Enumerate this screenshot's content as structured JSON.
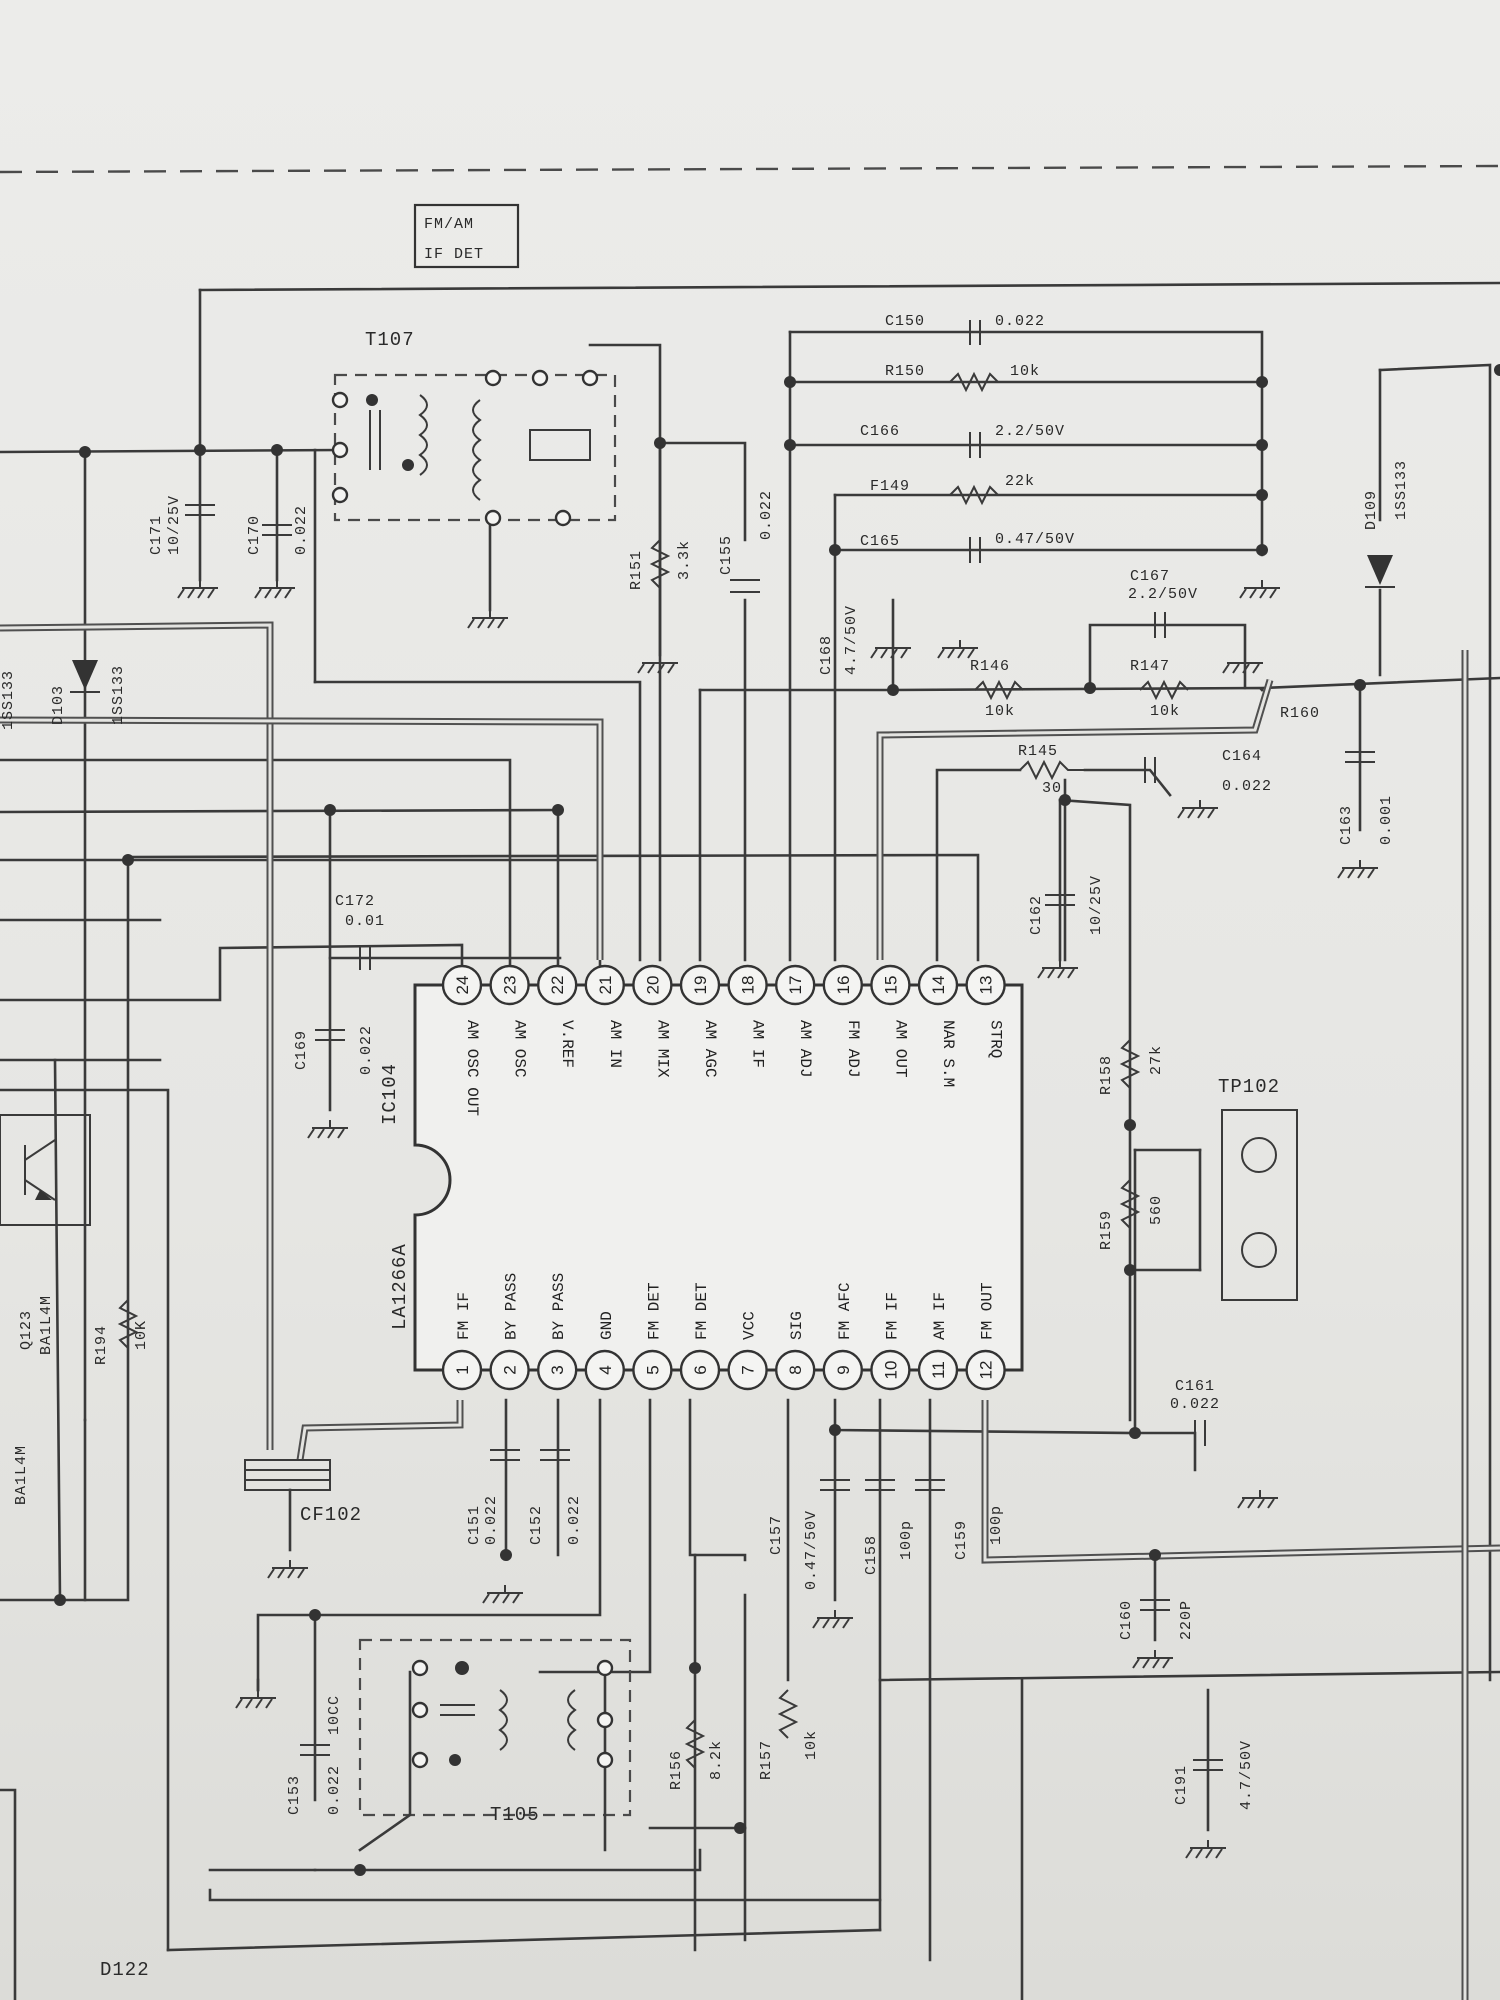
{
  "block_title": [
    "FM/AM",
    "IF DET"
  ],
  "ic": {
    "ref": "IC104",
    "part": "LA1266A",
    "top_pins": [
      {
        "n": "24",
        "name": "AM OSC OUT"
      },
      {
        "n": "23",
        "name": "AM OSC"
      },
      {
        "n": "22",
        "name": "V.REF"
      },
      {
        "n": "21",
        "name": "AM IN"
      },
      {
        "n": "20",
        "name": "AM MIX"
      },
      {
        "n": "19",
        "name": "AM AGC"
      },
      {
        "n": "18",
        "name": "AM IF"
      },
      {
        "n": "17",
        "name": "AM ADJ"
      },
      {
        "n": "16",
        "name": "FM ADJ"
      },
      {
        "n": "15",
        "name": "AM OUT"
      },
      {
        "n": "14",
        "name": "NAR S.M"
      },
      {
        "n": "13",
        "name": "STRQ"
      }
    ],
    "bottom_pins": [
      {
        "n": "1",
        "name": "FM IF"
      },
      {
        "n": "2",
        "name": "BY PASS"
      },
      {
        "n": "3",
        "name": "BY PASS"
      },
      {
        "n": "4",
        "name": "GND"
      },
      {
        "n": "5",
        "name": "FM DET"
      },
      {
        "n": "6",
        "name": "FM DET"
      },
      {
        "n": "7",
        "name": "VCC"
      },
      {
        "n": "8",
        "name": "SIG"
      },
      {
        "n": "9",
        "name": "FM AFC"
      },
      {
        "n": "10",
        "name": "FM IF"
      },
      {
        "n": "11",
        "name": "AM IF"
      },
      {
        "n": "12",
        "name": "FM OUT"
      }
    ]
  },
  "components": {
    "T107": "T107",
    "T105": "T105",
    "CF102": "CF102",
    "TP102": "TP102",
    "C171": [
      "C171",
      "10/25V"
    ],
    "C170": [
      "C170",
      "0.022"
    ],
    "R151": [
      "R151",
      "3.3k"
    ],
    "C155": [
      "C155",
      "0.022"
    ],
    "C150": [
      "C150",
      "0.022"
    ],
    "R150": [
      "R150",
      "10k"
    ],
    "C166": [
      "C166",
      "2.2/50V"
    ],
    "F149": [
      "F149",
      "22k"
    ],
    "C165": [
      "C165",
      "0.47/50V"
    ],
    "C168": [
      "C168",
      "4.7/50V"
    ],
    "R146": [
      "R146",
      "10k"
    ],
    "C167": [
      "C167",
      "2.2/50V"
    ],
    "R147": [
      "R147",
      "10k"
    ],
    "R160": [
      "R160"
    ],
    "R145": [
      "R145",
      "30"
    ],
    "C164": [
      "C164",
      "0.022"
    ],
    "C163": [
      "C163",
      "0.001"
    ],
    "D109": [
      "D109",
      "1SS133"
    ],
    "C162": [
      "C162",
      "10/25V"
    ],
    "R158": [
      "R158",
      "27k"
    ],
    "R159": [
      "R159",
      "560"
    ],
    "C172": [
      "C172",
      "0.01"
    ],
    "C169": [
      "C169",
      "0.022"
    ],
    "D103": [
      "D103",
      "1SS133"
    ],
    "Q123": [
      "Q123",
      "BA1L4M"
    ],
    "R194": [
      "R194",
      "10K"
    ],
    "BA1L4M": "BA1L4M",
    "C151": [
      "C151",
      "0.022"
    ],
    "C152": [
      "C152",
      "0.022"
    ],
    "C157": [
      "C157",
      "0.47/50V"
    ],
    "C158": [
      "C158",
      "100p"
    ],
    "C159": [
      "C159",
      "100p"
    ],
    "C161": [
      "C161",
      "0.022"
    ],
    "C160": [
      "C160",
      "220P"
    ],
    "C191": [
      "C191",
      "4.7/50V"
    ],
    "C153": [
      "C153",
      "0.022"
    ],
    "C153b": "10CC",
    "R156": [
      "R156",
      "8.2k"
    ],
    "R157": [
      "R157",
      "10k"
    ],
    "D122": "D122",
    "1SS133_left": "1SS133"
  }
}
